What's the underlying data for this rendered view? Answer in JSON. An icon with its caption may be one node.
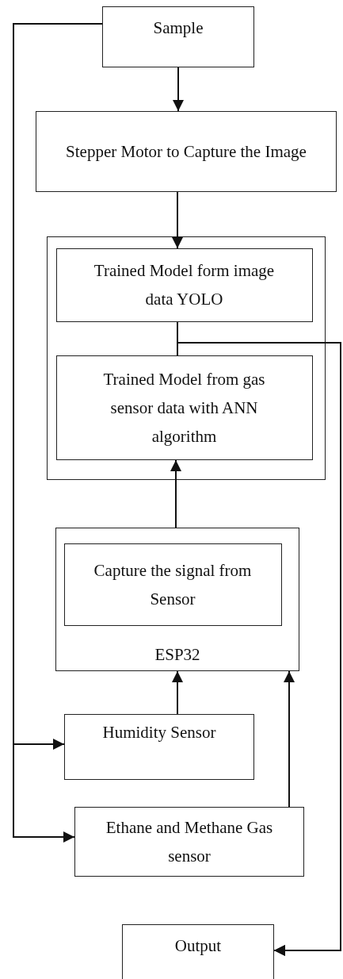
{
  "diagram": {
    "nodes": [
      {
        "text": [
          "Sample"
        ]
      },
      {
        "text": [
          "Stepper Motor to Capture the Image"
        ]
      },
      {
        "text": [],
        "shape": "box"
      },
      {
        "text": [
          "Trained Model form image data YOLO"
        ],
        "in": 2
      },
      {
        "text": [
          "Trained Model from gas sensor data with ANN algorithm"
        ],
        "in": 2
      },
      {
        "text": [
          "ESP32"
        ]
      },
      {
        "text": [
          "Capture the signal from Sensor"
        ],
        "in": 5
      },
      {
        "text": [
          "Humidity Sensor"
        ]
      },
      {
        "text": [
          "Ethane and Methane Gas sensor"
        ]
      },
      {
        "text": [
          "Output"
        ]
      }
    ],
    "edges": [
      {
        "from": 0,
        "to": 1,
        "arrow": "to"
      },
      {
        "from": 1,
        "to": 3,
        "arrow": "to"
      },
      {
        "from": 5,
        "to": 4,
        "arrow": "to"
      },
      {
        "from": 7,
        "to": 5,
        "arrow": "to"
      },
      {
        "from": 8,
        "to": 5,
        "arrow": "to"
      },
      {
        "from": 0,
        "to": 7,
        "arrow": "to"
      },
      {
        "from": 0,
        "to": 8,
        "arrow": "to"
      },
      {
        "from": 3,
        "to": 9,
        "arrow": "to"
      },
      {
        "from": 4,
        "to": 9,
        "arrow": "to"
      }
    ]
  }
}
